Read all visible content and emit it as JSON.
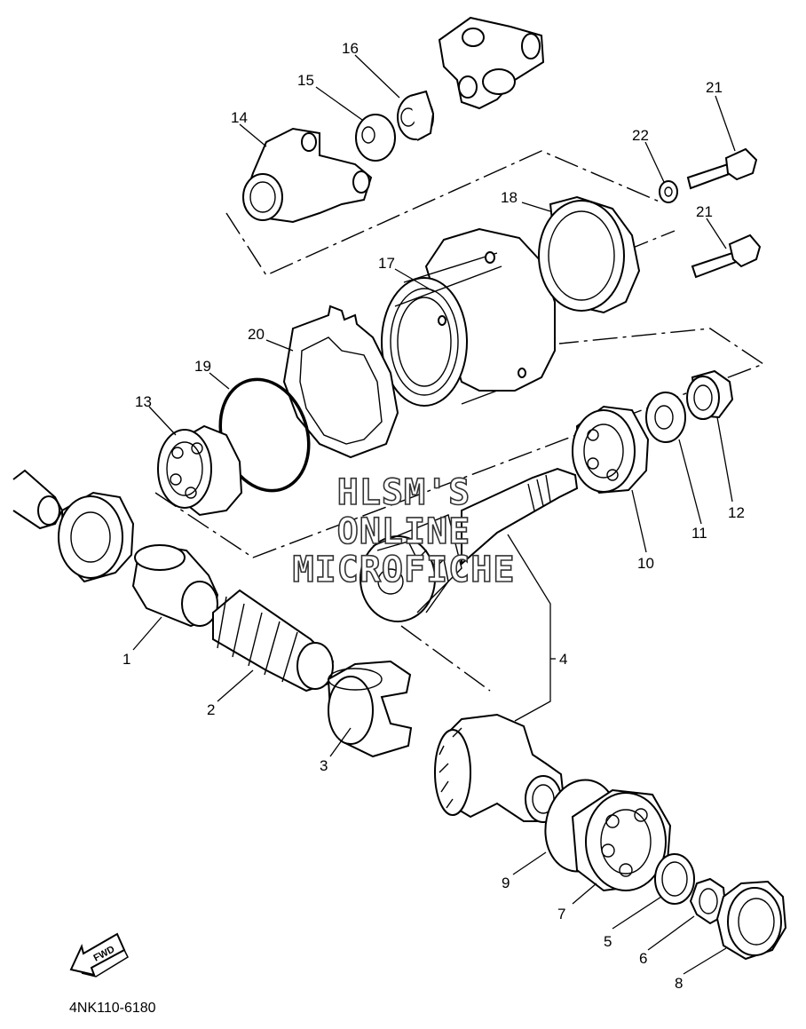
{
  "diagram": {
    "part_code": "4NK110-6180",
    "watermark": {
      "line1": "HLSM'S",
      "line2": "ONLINE",
      "line3": "MICROFICHE"
    },
    "direction_label": "FWD",
    "callouts": [
      "1",
      "2",
      "3",
      "4",
      "5",
      "6",
      "7",
      "8",
      "9",
      "10",
      "11",
      "12",
      "13",
      "14",
      "15",
      "16",
      "17",
      "18",
      "19",
      "20",
      "21",
      "21",
      "22"
    ]
  }
}
